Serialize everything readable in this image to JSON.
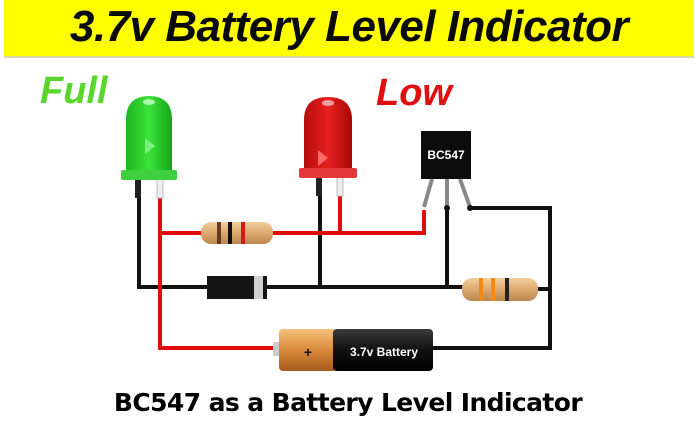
{
  "header": {
    "title": "3.7v Battery Level Indicator",
    "background": "#ffff00"
  },
  "labels": {
    "full": "Full",
    "low": "Low",
    "full_color": "#5ad62a",
    "low_color": "#e01010"
  },
  "components": {
    "transistor_label": "BC547",
    "battery_label": "3.7v Battery",
    "battery_polarity": "+",
    "led_green_color": "#2ed12e",
    "led_red_color": "#d81010"
  },
  "caption": "BC547 as a Battery Level Indicator"
}
